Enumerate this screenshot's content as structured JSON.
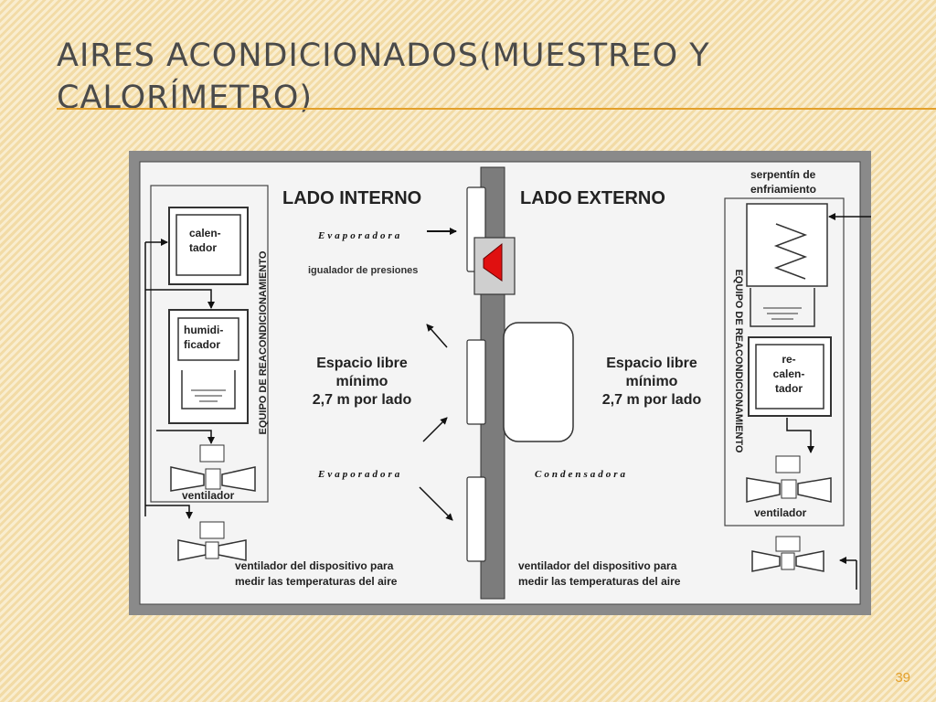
{
  "slide": {
    "title": "AIRES ACONDICIONADOS(MUESTREO Y CALORÍMETRO)",
    "page_number": "39"
  },
  "diagram": {
    "left_side": {
      "heading": "LADO INTERNO",
      "evaporator_top": "Evaporadora",
      "pressure_equalizer": "igualador de presiones",
      "free_space": [
        "Espacio libre",
        "mínimo",
        "2,7 m por lado"
      ],
      "evaporator_bottom": "Evaporadora",
      "equipment_vertical": "EQUIPO DE REACONDICIONAMIENTO",
      "heater": [
        "calen-",
        "tador"
      ],
      "humidifier": [
        "humidi-",
        "ficador"
      ],
      "fan": "ventilador",
      "measurement_fan": [
        "ventilador del dispositivo para",
        "medir las temperaturas del aire"
      ]
    },
    "right_side": {
      "heading": "LADO EXTERNO",
      "cooling_coil": [
        "serpentín de",
        "enfriamiento"
      ],
      "free_space": [
        "Espacio libre",
        "mínimo",
        "2,7 m por lado"
      ],
      "condenser": "Condensadora",
      "equipment_vertical": "EQUIPO DE REACONDICIONAMIENTO",
      "reheater": [
        "re-",
        "calen-",
        "tador"
      ],
      "fan": "ventilador",
      "measurement_fan": [
        "ventilador del dispositivo para",
        "medir las temperaturas del aire"
      ]
    },
    "colors": {
      "frame": "#8a8a8a",
      "inner_bg": "#f4f4f4",
      "wall": "#7c7c7c",
      "equalizer_fill": "#e01010"
    }
  }
}
